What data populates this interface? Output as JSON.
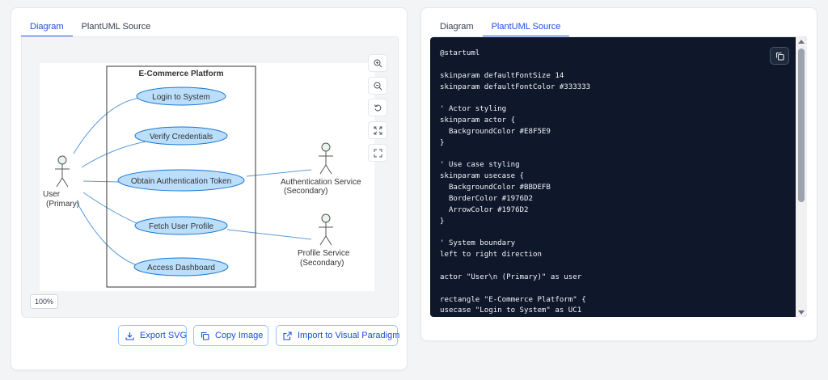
{
  "left_card": {
    "tabs": [
      "Diagram",
      "PlantUML Source"
    ],
    "active_tab": 0,
    "zoom_level": "100%",
    "diagram": {
      "system_title": "E-Commerce Platform",
      "use_cases": [
        "Login to System",
        "Verify Credentials",
        "Obtain Authentication Token",
        "Fetch User Profile",
        "Access Dashboard"
      ],
      "actors": [
        {
          "line1": "User",
          "line2": "(Primary)"
        },
        {
          "line1": "Authentication Service",
          "line2": "(Secondary)"
        },
        {
          "line1": "Profile Service",
          "line2": "(Secondary)"
        }
      ]
    },
    "buttons": {
      "export_svg": "Export SVG",
      "copy_image": "Copy Image",
      "import_vp": "Import to Visual Paradigm"
    }
  },
  "right_card": {
    "tabs": [
      "Diagram",
      "PlantUML Source"
    ],
    "active_tab": 1,
    "code": "@startuml\n\nskinparam defaultFontSize 14\nskinparam defaultFontColor #333333\n\n' Actor styling\nskinparam actor {\n  BackgroundColor #E8F5E9\n}\n\n' Use case styling\nskinparam usecase {\n  BackgroundColor #BBDEFB\n  BorderColor #1976D2\n  ArrowColor #1976D2\n}\n\n' System boundary\nleft to right direction\n\nactor \"User\\n (Primary)\" as user\n\nrectangle \"E-Commerce Platform\" {\nusecase \"Login to System\" as UC1"
  },
  "colors": {
    "accent": "#2563eb",
    "usecase_fill": "#BBDEFB",
    "usecase_border": "#1976D2",
    "actor_fill": "#E8F5E9",
    "code_bg": "#0f172a"
  },
  "icons": {
    "zoom": [
      "zoom-in-icon",
      "zoom-out-icon",
      "reset-icon",
      "fit-screen-icon",
      "fullscreen-icon"
    ],
    "export": "download-icon",
    "copy": "copy-icon",
    "import": "external-link-icon"
  }
}
